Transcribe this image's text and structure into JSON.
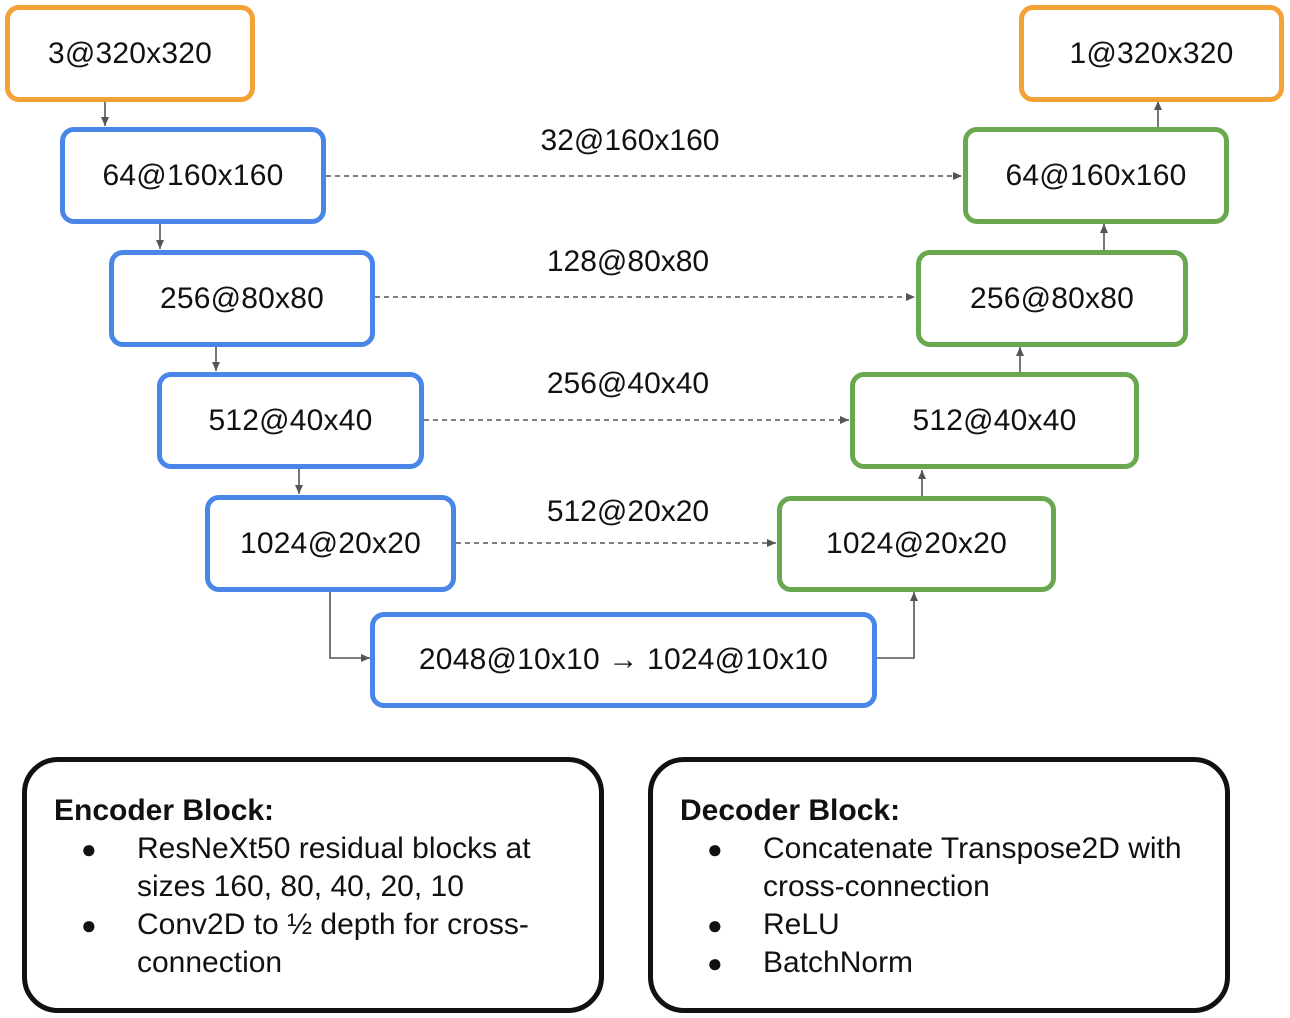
{
  "encoder": {
    "input": "3@320x320",
    "levels": [
      "64@160x160",
      "256@80x80",
      "512@40x40",
      "1024@20x20"
    ]
  },
  "bottleneck": "2048@10x10 → 1024@10x10",
  "decoder": {
    "output": "1@320x320",
    "levels": [
      "64@160x160",
      "256@80x80",
      "512@40x40",
      "1024@20x20"
    ]
  },
  "skip_connections": [
    "32@160x160",
    "128@80x80",
    "256@40x40",
    "512@20x20"
  ],
  "legend": {
    "encoder": {
      "title": "Encoder Block:",
      "bullets": [
        "ResNeXt50 residual blocks at sizes 160, 80, 40, 20, 10",
        "Conv2D to ½ depth for cross-connection"
      ]
    },
    "decoder": {
      "title": "Decoder Block:",
      "bullets": [
        "Concatenate Transpose2D with cross-connection",
        "ReLU",
        "BatchNorm"
      ]
    }
  },
  "colors": {
    "input_output": "#f4a236",
    "encoder": "#4a86e8",
    "decoder": "#6aa84f",
    "arrow": "#555555"
  }
}
